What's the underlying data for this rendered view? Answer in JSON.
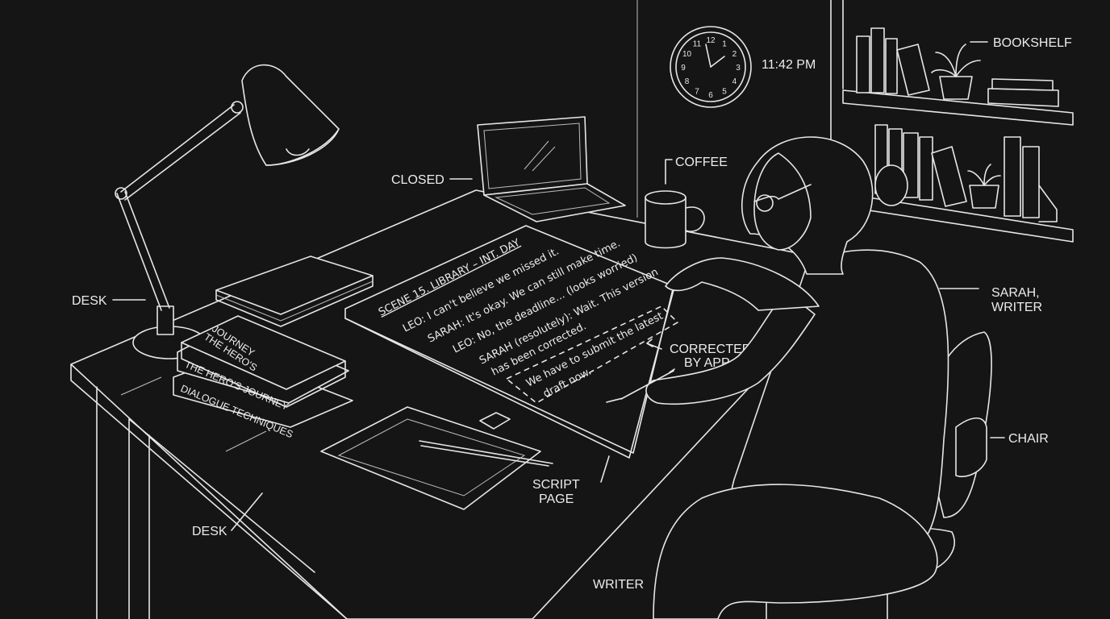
{
  "colors": {
    "background": "#151515",
    "line": "#e6e6e6"
  },
  "labels": {
    "bookshelf": "BOOKSHELF",
    "time": "11:42 PM",
    "coffee": "COFFEE",
    "closed": "CLOSED",
    "desk_top": "DESK",
    "sarah_line1": "SARAH,",
    "sarah_line2": "WRITER",
    "corrected_line1": "CORRECTED",
    "corrected_line2": "BY APP",
    "chair": "CHAIR",
    "script_line1": "SCRIPT",
    "script_line2": "PAGE",
    "desk_bottom": "DESK",
    "writer": "WRITER"
  },
  "clock_numbers": [
    "12",
    "1",
    "2",
    "3",
    "4",
    "5",
    "6",
    "7",
    "8",
    "9",
    "10",
    "11"
  ],
  "script": {
    "heading": "SCENE 15. LIBRARY – INT. DAY",
    "lines": [
      "LEO: I can't believe we missed it.",
      "SARAH: It's okay. We can still make time.",
      "LEO: No, the deadline... (looks worried)",
      "SARAH (resolutely): Wait. This version",
      "has been corrected."
    ],
    "corrected": [
      "We have to submit the latest",
      "draft now."
    ]
  },
  "books": {
    "top_cover": [
      "THE HERO'S",
      "JOURNEY"
    ],
    "spine_1": "THE HERO'S JOURNEY",
    "spine_2": "DIALOGUE TECHNIQUES"
  }
}
